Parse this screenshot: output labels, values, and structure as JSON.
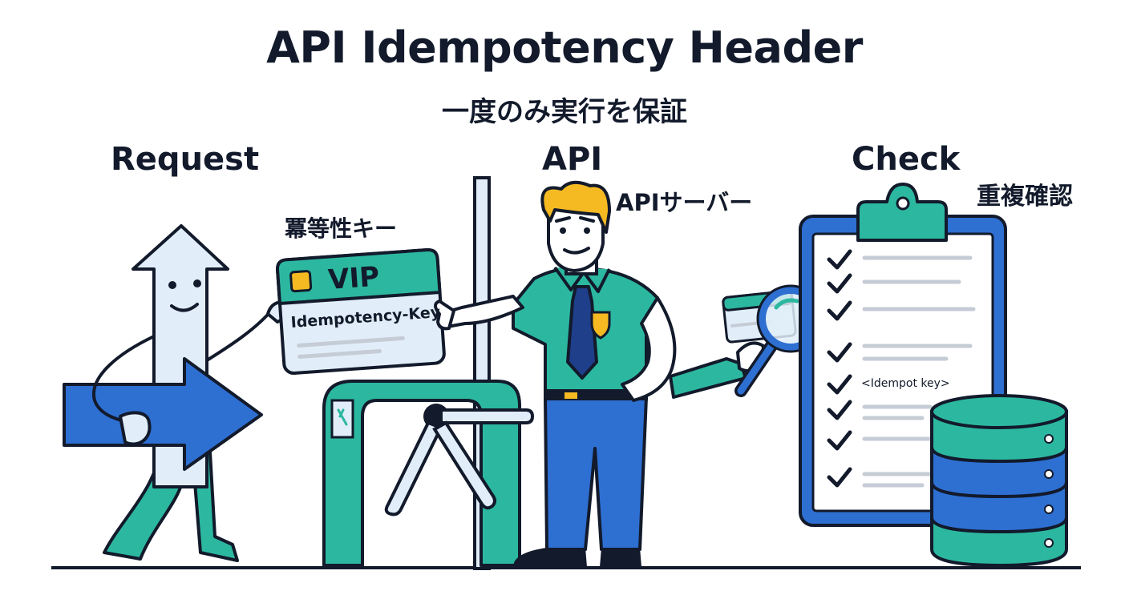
{
  "title": "API Idempotency Header",
  "subtitle": "一度のみ実行を保証",
  "labels": {
    "request": "Request",
    "api": "API",
    "check": "Check",
    "key_jp": "冪等性キー",
    "server_jp": "APIサーバー",
    "dup_check_jp": "重複確認"
  },
  "card": {
    "vip": "VIP",
    "key": "Idempotency-Key"
  },
  "clipboard": {
    "key_text": "<Idempot key>",
    "checked_items": 8
  },
  "colors": {
    "outline": "#121a2b",
    "teal": "#2cb8a0",
    "blue": "#2e6fd2",
    "light_blue": "#e1eef9",
    "yellow": "#f5b922",
    "gray_line": "#c5ccd6"
  }
}
